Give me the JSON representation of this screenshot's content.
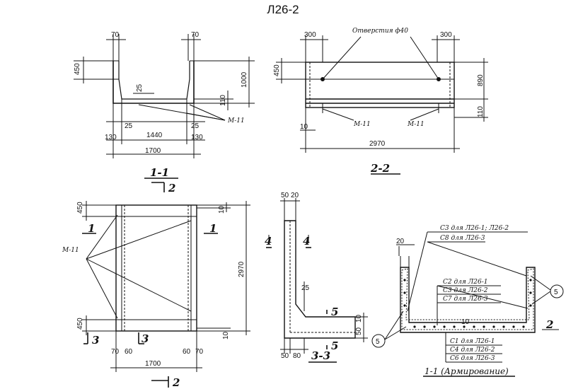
{
  "title": "Л26-2",
  "view_1_1": {
    "d70_left": "70",
    "d70_right": "70",
    "d450": "450",
    "d1000": "1000",
    "d25_inner": "25",
    "d110": "110",
    "mark": "М-11",
    "d130_left": "130",
    "d25_left": "25",
    "d1440": "1440",
    "d25_right": "25",
    "d130_right": "130",
    "d1700": "1700",
    "section_label": "1-1",
    "ref_label": "2"
  },
  "view_2_2": {
    "d300_left": "300",
    "hole_note": "Отверстия ф40",
    "d300_right": "300",
    "d450": "450",
    "d890": "890",
    "d110": "110",
    "d10": "10",
    "mark_left": "М-11",
    "mark_right": "М-11",
    "d2970": "2970",
    "section_label": "2-2"
  },
  "plan": {
    "d450_top": "450",
    "d10_top": "10",
    "cut1_left": "1",
    "cut1_right": "1",
    "mark": "М-11",
    "d2970": "2970",
    "d450_bottom": "450",
    "d10_bottom": "10",
    "cut3_left": "3",
    "cut3_right": "3",
    "d70_left": "70",
    "d60_left": "60",
    "d60_right": "60",
    "d70_right": "70",
    "d1700": "1700",
    "cut2_label": "2"
  },
  "view_3_3": {
    "d50_top": "50",
    "d20_top": "20",
    "cut4_left": "4",
    "cut4_right": "4",
    "d25": "25",
    "cut5_top": "5",
    "d10": "10",
    "d50_right": "50",
    "d50_bottom": "50",
    "d80_bottom": "80",
    "cut5_bottom": "5",
    "section_label": "3-3"
  },
  "reinforcement": {
    "d20": "20",
    "note_c3": "С3 для Л26-1; Л26-2",
    "note_c8": "С8 для Л26-3",
    "note_c2": "С2 для Л26-1",
    "note_c3b": "С3 для Л26-2",
    "note_c7": "С7 для Л26-3",
    "bubble_left": "5",
    "bubble_right": "5",
    "d10": "10",
    "note_c1": "С1 для Л26-1",
    "note_c4": "С4 для Л26-2",
    "note_c6": "С6 для Л26-3",
    "label_2": "2",
    "section_label": "1-1 (Армирование)"
  }
}
